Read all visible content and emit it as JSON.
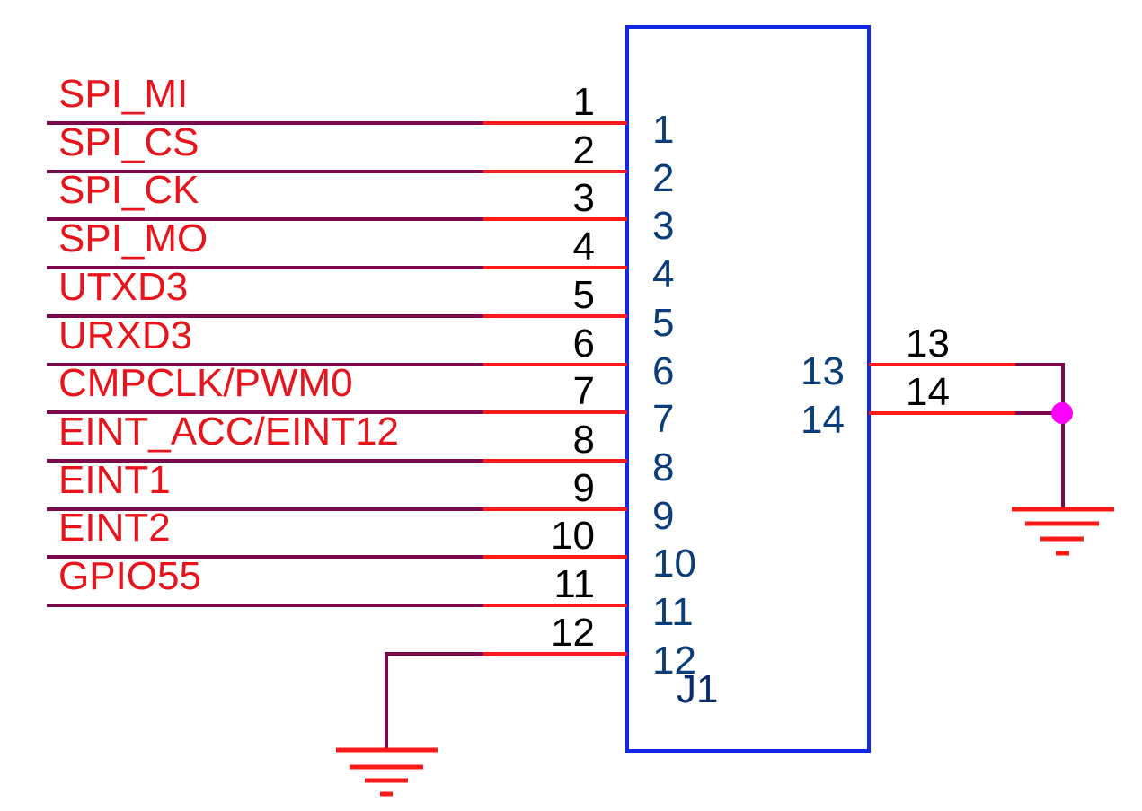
{
  "colors": {
    "net_label": "#e8131b",
    "wire": "#7a0a4b",
    "pin_line": "#ff1a1a",
    "pin_number": "#000000",
    "pin_inner": "#0b3d7a",
    "component_outline": "#1227e6",
    "ref_designator": "#0b2a6b",
    "junction": "#ff00ff",
    "ground": "#ff1a1a"
  },
  "component": {
    "ref": "J1",
    "left_pins": [
      {
        "number": "1",
        "inner": "1",
        "net": "SPI_MI"
      },
      {
        "number": "2",
        "inner": "2",
        "net": "SPI_CS"
      },
      {
        "number": "3",
        "inner": "3",
        "net": "SPI_CK"
      },
      {
        "number": "4",
        "inner": "4",
        "net": "SPI_MO"
      },
      {
        "number": "5",
        "inner": "5",
        "net": "UTXD3"
      },
      {
        "number": "6",
        "inner": "6",
        "net": "URXD3"
      },
      {
        "number": "7",
        "inner": "7",
        "net": "CMPCLK/PWM0"
      },
      {
        "number": "8",
        "inner": "8",
        "net": "EINT_ACC/EINT12"
      },
      {
        "number": "9",
        "inner": "9",
        "net": "EINT1"
      },
      {
        "number": "10",
        "inner": "10",
        "net": "EINT2"
      },
      {
        "number": "11",
        "inner": "11",
        "net": "GPIO55"
      },
      {
        "number": "12",
        "inner": "12",
        "net": ""
      }
    ],
    "right_pins": [
      {
        "number": "13",
        "inner": "13"
      },
      {
        "number": "14",
        "inner": "14"
      }
    ]
  },
  "grounds": [
    {
      "name": "ground-left"
    },
    {
      "name": "ground-right"
    }
  ]
}
